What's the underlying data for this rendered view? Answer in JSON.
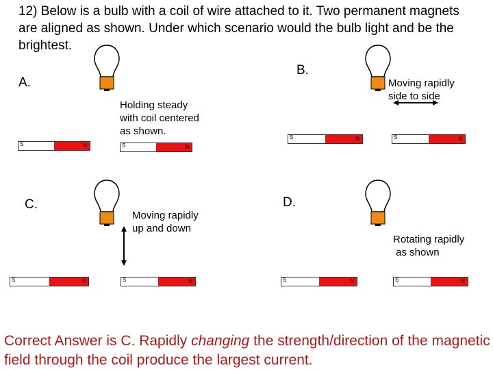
{
  "question": "12) Below is a bulb with a coil of wire attached to it.  Two permanent magnets are aligned as shown.  Under which scenario would the bulb light and be the brightest.",
  "scenarios": {
    "a": {
      "label": "A.",
      "note_lines": [
        "Holding steady",
        "with coil centered",
        "as shown."
      ]
    },
    "b": {
      "label": "B.",
      "note_lines": [
        "Moving rapidly",
        "side to side"
      ]
    },
    "c": {
      "label": "C.",
      "note_lines": [
        "Moving rapidly",
        "up and down"
      ]
    },
    "d": {
      "label": "D.",
      "note_lines": [
        "Rotating rapidly",
        " as shown"
      ]
    }
  },
  "magnet": {
    "south": "S",
    "north": "N"
  },
  "answer": {
    "part1": "Correct Answer is C.  Rapidly ",
    "emphasis": "changing",
    "part2": " the strength/direction of the magnetic field through the coil produce the largest current."
  },
  "colors": {
    "magnet_north": "#ee1111",
    "bulb_base": "#f08a16",
    "answer_text": "#b01818"
  }
}
